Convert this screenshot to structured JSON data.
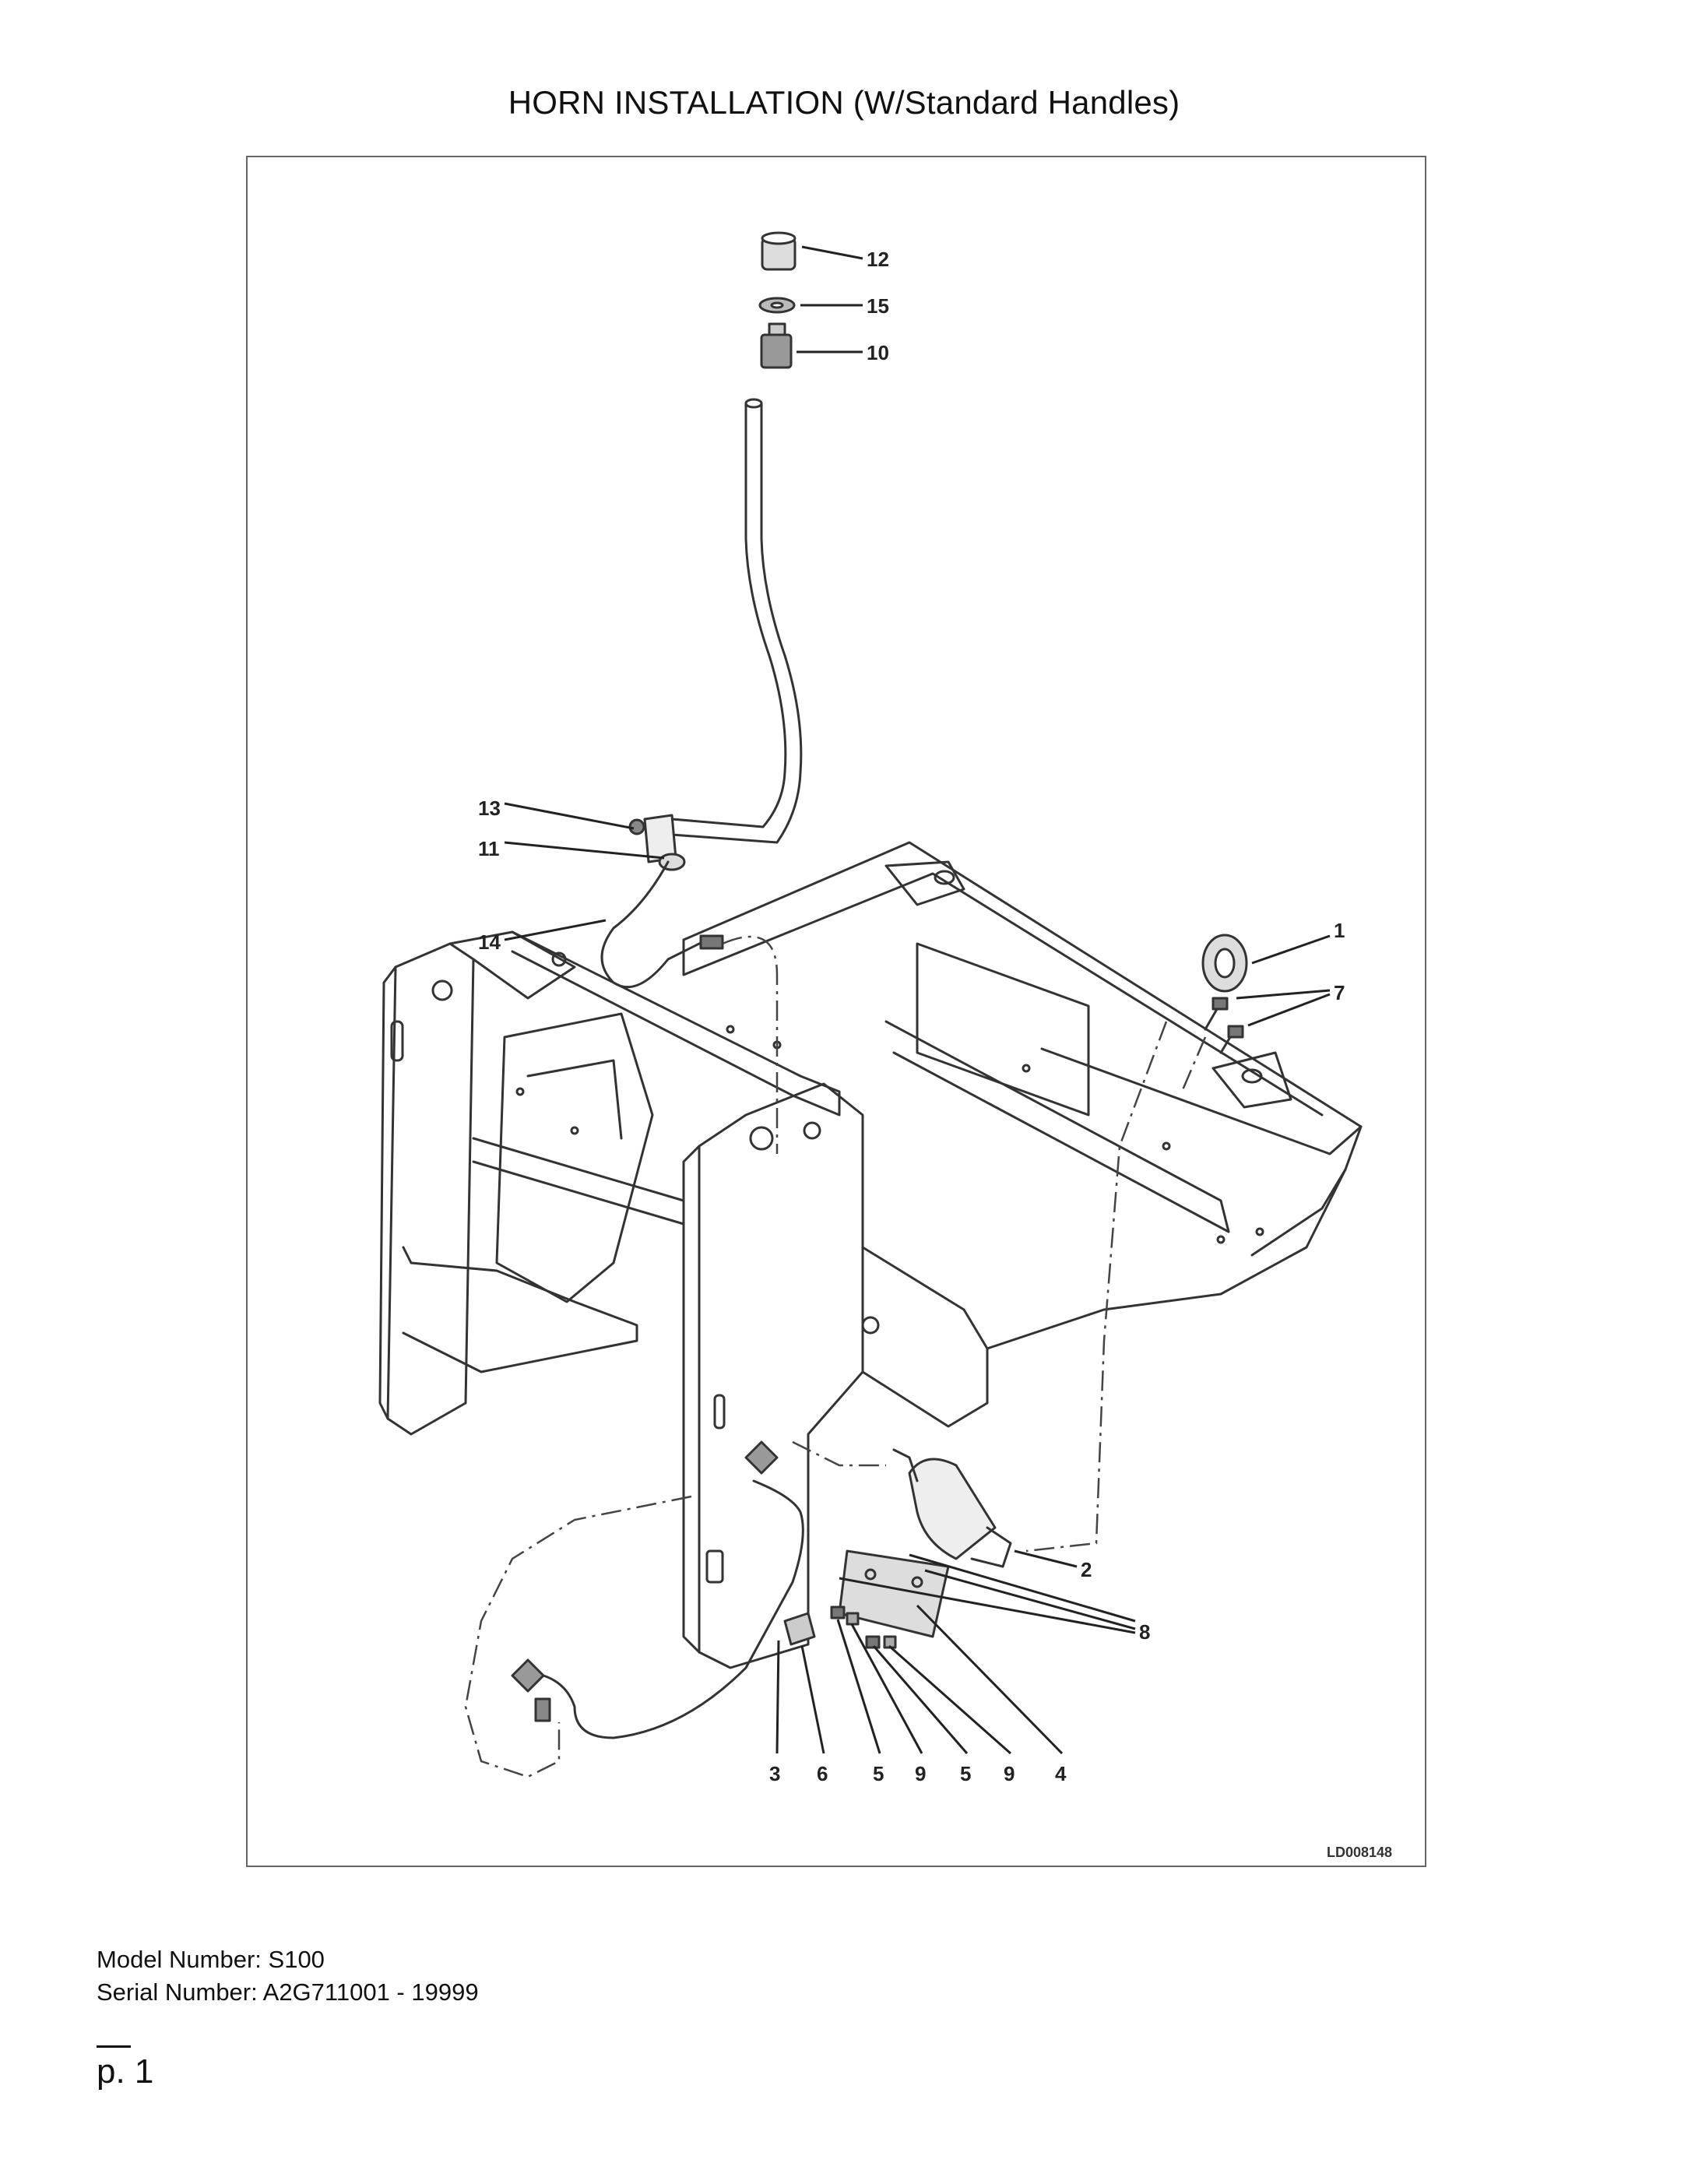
{
  "title": "HORN INSTALLATION (W/Standard Handles)",
  "diagram": {
    "drawing_id": "LD008148",
    "callouts": {
      "c1": "1",
      "c2": "2",
      "c3": "3",
      "c4": "4",
      "c5a": "5",
      "c5b": "5",
      "c6": "6",
      "c7": "7",
      "c8": "8",
      "c9a": "9",
      "c9b": "9",
      "c10": "10",
      "c11": "11",
      "c12": "12",
      "c13": "13",
      "c14": "14",
      "c15": "15"
    }
  },
  "model_line": "Model Number: S100",
  "serial_line": "Serial Number: A2G711001 - 19999",
  "page_label": "p. 1"
}
